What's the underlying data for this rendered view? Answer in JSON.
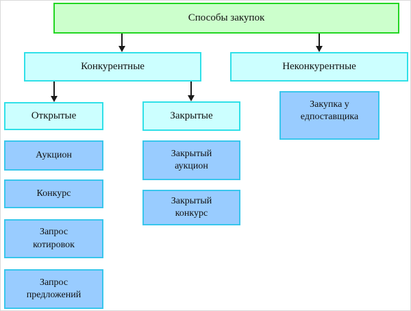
{
  "diagram": {
    "root": {
      "label": "Способы закупок"
    },
    "level2": [
      {
        "id": "competitive",
        "label": "Конкурентные"
      },
      {
        "id": "noncompetitive",
        "label": "Неконкурентные"
      }
    ],
    "level3": [
      {
        "id": "open",
        "label": "Открытые"
      },
      {
        "id": "closed",
        "label": "Закрытые"
      },
      {
        "id": "single-supplier",
        "label": "Закупка у\nедпоставщика"
      }
    ],
    "open_methods": [
      {
        "label": "Аукцион"
      },
      {
        "label": "Конкурс"
      },
      {
        "label": "Запрос\nкотировок"
      },
      {
        "label": "Запрос\nпредложений"
      }
    ],
    "closed_methods": [
      {
        "label": "Закрытый\nаукцион"
      },
      {
        "label": "Закрытый\nконкурс"
      }
    ],
    "colors": {
      "root_fill": "#ccffcc",
      "root_border": "#22d622",
      "category_fill": "#ccffff",
      "category_border": "#2fe0e8",
      "method_fill": "#99ccff",
      "method_border": "#38c6ec",
      "arrow": "#1a1a1a"
    }
  }
}
